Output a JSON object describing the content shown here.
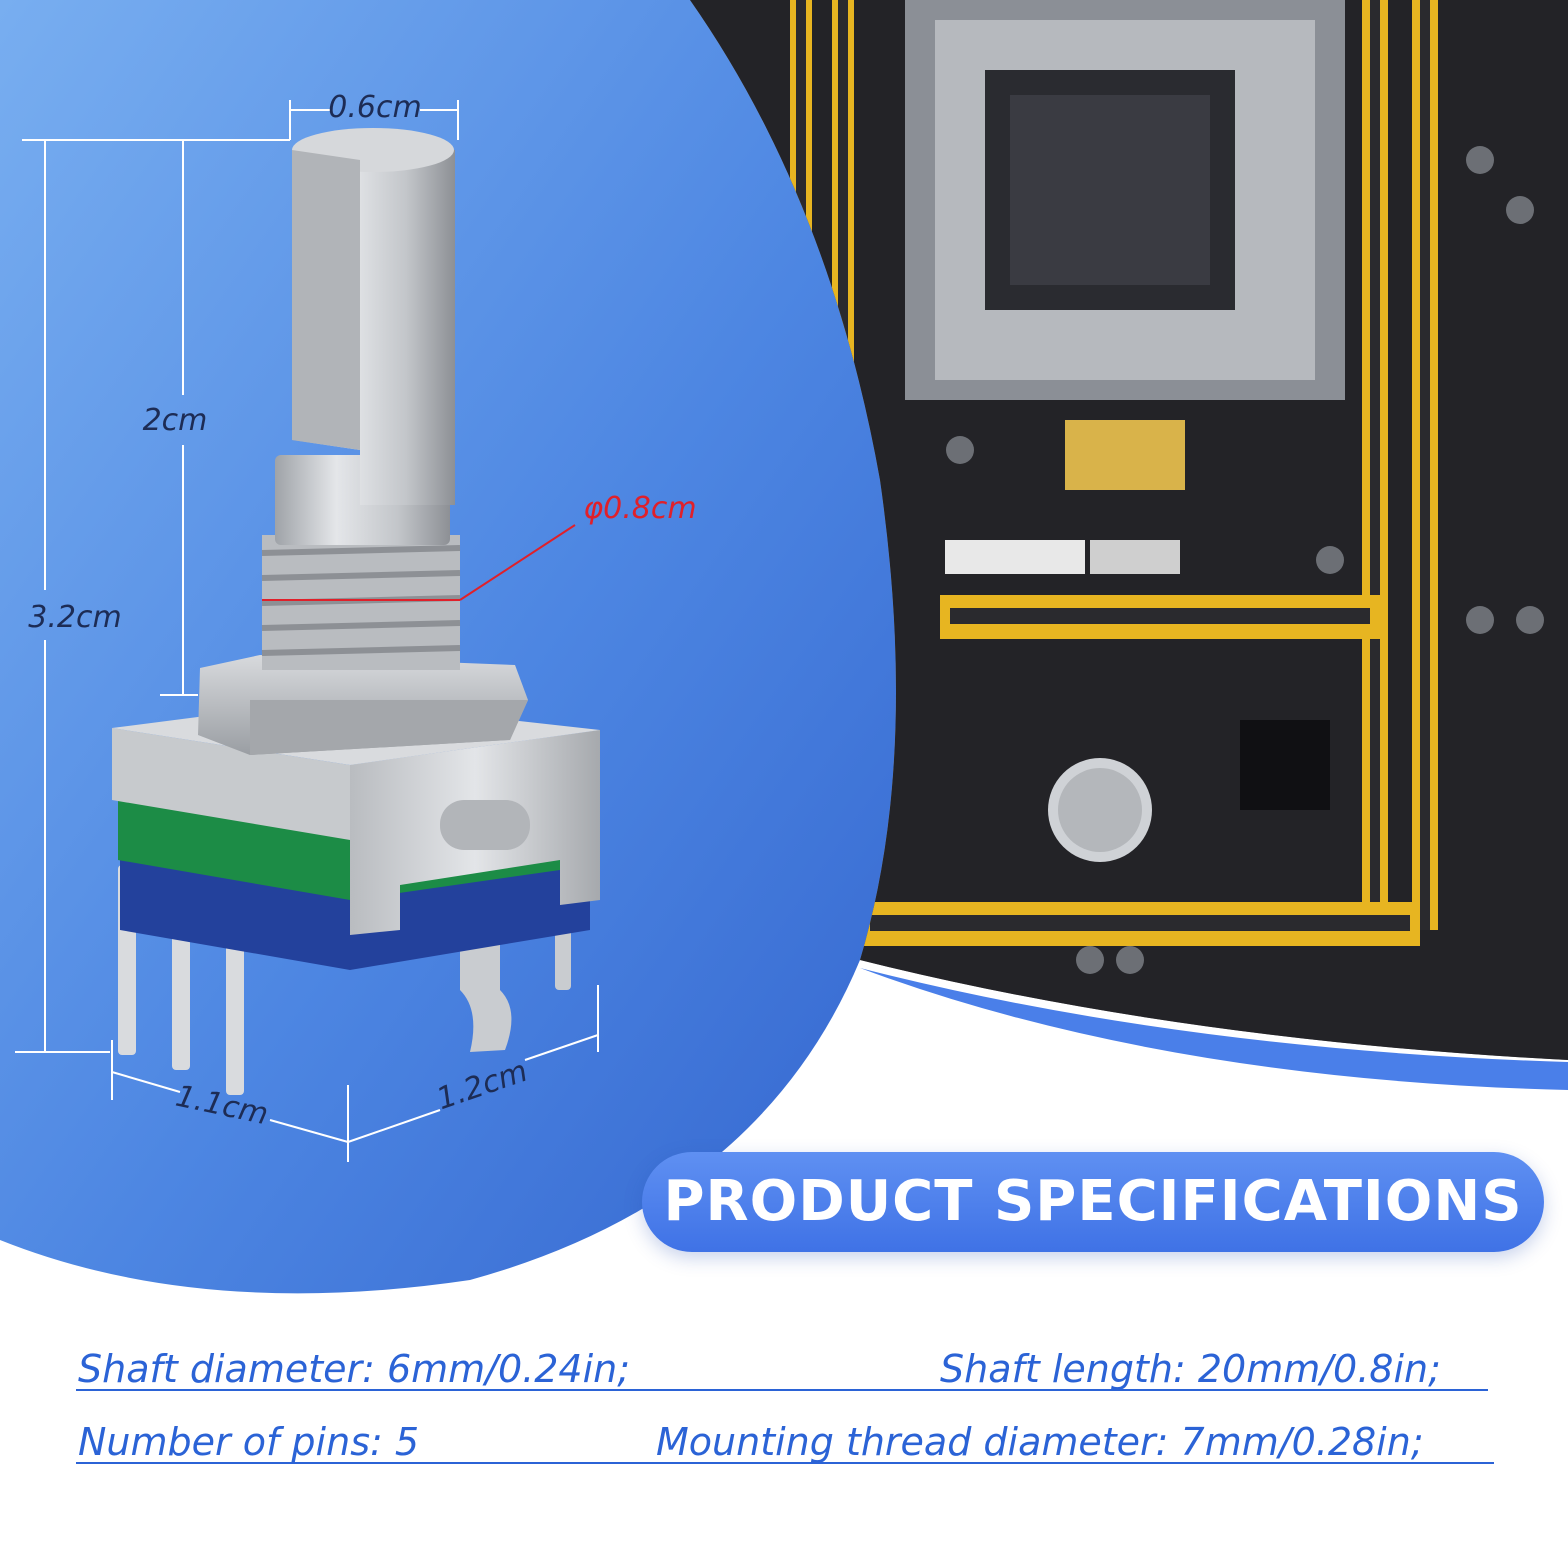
{
  "dimensions": {
    "shaft_width": "0.6cm",
    "shaft_length": "2cm",
    "total_height": "3.2cm",
    "thread_diameter": "φ0.8cm",
    "base_width": "1.1cm",
    "base_depth": "1.2cm"
  },
  "banner": {
    "title": "PRODUCT SPECIFICATIONS"
  },
  "specs": {
    "shaft_diameter": "Shaft diameter: 6mm/0.24in;",
    "shaft_length": "Shaft length: 20mm/0.8in;",
    "number_of_pins": "Number of pins: 5",
    "thread_diameter": "Mounting thread diameter: 7mm/0.28in;"
  },
  "colors": {
    "blue_background": "#4d86e2",
    "banner_blue": "#4a7fe9",
    "spec_text": "#2b63d6",
    "thread_marker": "#e0202a",
    "pcb_dark": "#1e1e22",
    "pcb_slot_yellow": "#e7b521"
  }
}
